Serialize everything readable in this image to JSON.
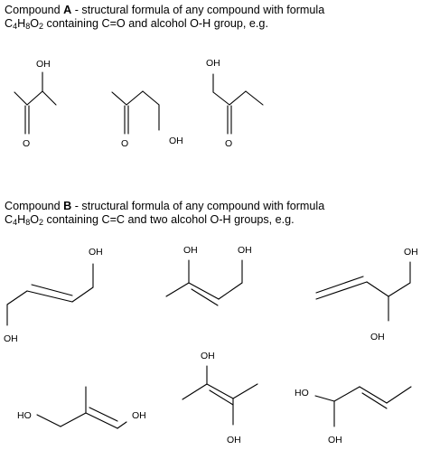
{
  "compound_a": {
    "line1_prefix": "Compound ",
    "letter": "A",
    "line1_suffix": " - structural formula of any compound with formula",
    "formula": {
      "c": "C",
      "c_count": "4",
      "h": "H",
      "h_count": "8",
      "o": "O",
      "o_count": "2"
    },
    "line2_suffix": " containing C=O and alcohol O-H group, e.g.",
    "labels": {
      "oh": "OH",
      "o": "O"
    }
  },
  "compound_b": {
    "line1_prefix": "Compound ",
    "letter": "B",
    "line1_suffix": " - structural formula of any compound with formula",
    "formula": {
      "c": "C",
      "c_count": "4",
      "h": "H",
      "h_count": "8",
      "o": "O",
      "o_count": "2"
    },
    "line2_suffix": " containing C=C and two alcohol O-H groups, e.g.",
    "labels": {
      "oh": "OH",
      "ho": "HO"
    }
  }
}
